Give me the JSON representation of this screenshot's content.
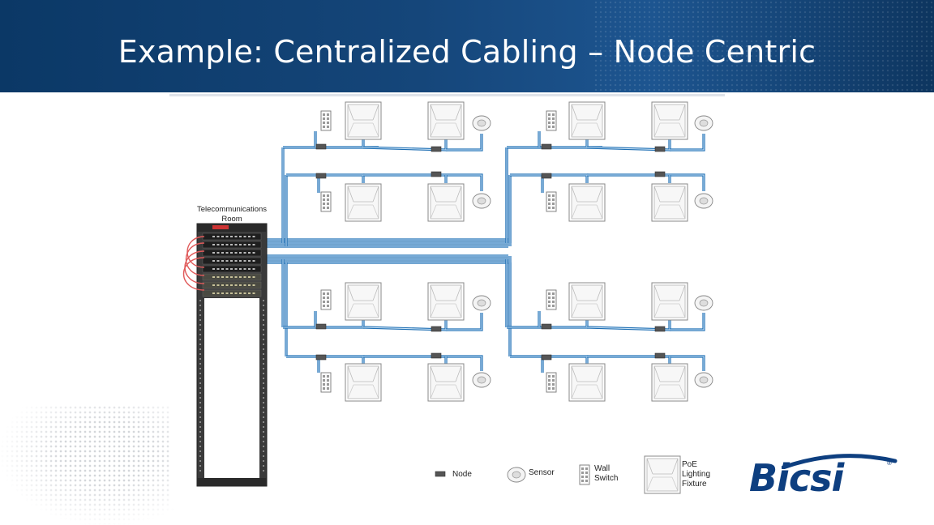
{
  "slide": {
    "title": "Example: Centralized Cabling – Node Centric"
  },
  "rack": {
    "title_line1": "Telecommunications",
    "title_line2": "Room"
  },
  "legend": {
    "node": "Node",
    "sensor": "Sensor",
    "wall_switch_line1": "Wall",
    "wall_switch_line2": "Switch",
    "fixture_line1": "PoE",
    "fixture_line2": "Lighting",
    "fixture_line3": "Fixture"
  },
  "logo": {
    "text": "Bicsi",
    "registered": "®"
  },
  "colors": {
    "header": "#0b3866",
    "cable": "#3d8fcf",
    "cable_dark": "#1f6fb4",
    "patch": "#e05a5a",
    "rack": "#333333",
    "node": "#555555",
    "logo": "#0e3f80"
  }
}
